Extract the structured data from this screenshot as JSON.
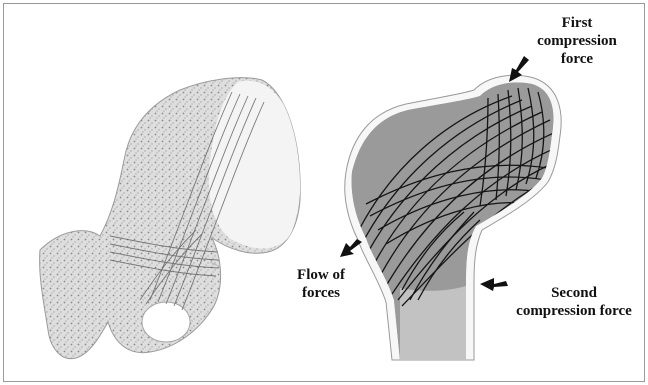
{
  "figure": {
    "labels": {
      "first_compression": [
        "First",
        "compression",
        "force"
      ],
      "flow_of_forces": [
        "Flow of",
        "forces"
      ],
      "second_compression": [
        "Second",
        "compression force"
      ]
    },
    "colors": {
      "frame": "#9a9a9a",
      "bone_fill": "#e9e9e9",
      "pelvis_fill": "#d8d8d8",
      "pelvis_smooth": "#f4f4f4",
      "shaft_fill": "#bdbdbd",
      "trabecular_line": "#151515",
      "arrow": "#111111"
    }
  }
}
